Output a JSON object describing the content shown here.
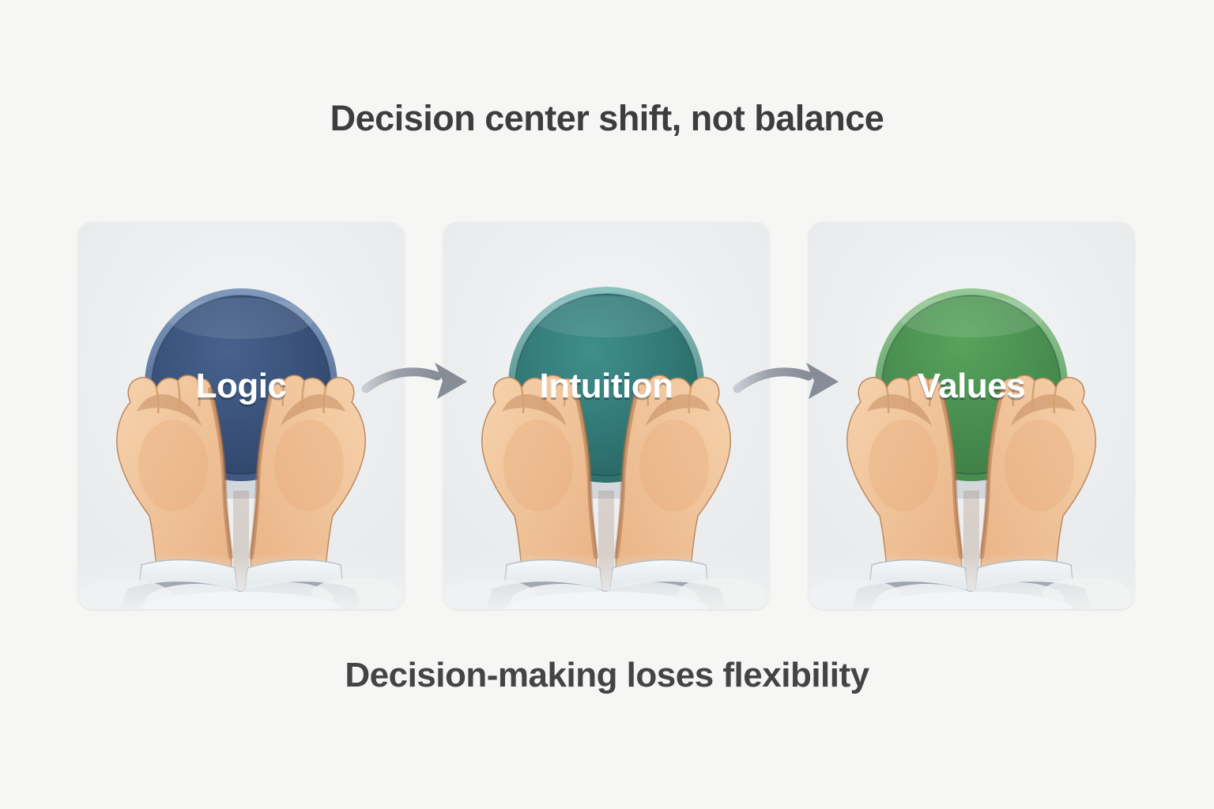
{
  "title": "Decision center shift, not balance",
  "caption": "Decision-making loses flexibility",
  "colors": {
    "background": "#f6f6f4",
    "panel_background": "#e8eaec",
    "heading_text": "#3c3d3f",
    "arrow": "#878d97",
    "arrow_tail": "#c8ccd2",
    "disc_label_text": "#ffffff",
    "suit_sleeve": "#3f4a5e",
    "shirt_cuff": "#eef2f4",
    "skin": "#f2c9a1"
  },
  "flow": {
    "sequence": [
      "Logic",
      "Intuition",
      "Values"
    ],
    "arrow_icon": "curved-right-arrow"
  },
  "panels": [
    {
      "label": "Logic",
      "disc_light": "#47628e",
      "disc_dark": "#2c4166",
      "rim_light": "#8099bd",
      "rim_dark": "#3f5781"
    },
    {
      "label": "Intuition",
      "disc_light": "#3f8f8c",
      "disc_dark": "#256260",
      "rim_light": "#8fc3c0",
      "rim_dark": "#2f706e"
    },
    {
      "label": "Values",
      "disc_light": "#58a35c",
      "disc_dark": "#3a7a44",
      "rim_light": "#95ca97",
      "rim_dark": "#478c4d"
    }
  ]
}
